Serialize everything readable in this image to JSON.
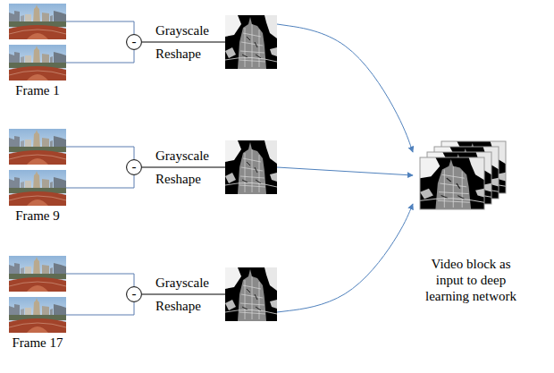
{
  "diagram": {
    "nodes": [
      {
        "text": [
          "Frame 1"
        ]
      },
      {
        "text": [
          "-"
        ]
      },
      {
        "text": [
          "Grayscale Reshape"
        ]
      },
      {
        "text": [
          "Frame 9"
        ]
      },
      {
        "text": [
          "-"
        ]
      },
      {
        "text": [
          "Grayscale Reshape"
        ]
      },
      {
        "text": [
          "Frame 17"
        ]
      },
      {
        "text": [
          "-"
        ]
      },
      {
        "text": [
          "Grayscale Reshape"
        ]
      },
      {
        "text": [
          "Video block as input to deep learning network"
        ]
      }
    ],
    "edges": [
      {
        "from": 0,
        "to": 1,
        "arrow": "none"
      },
      {
        "from": 1,
        "to": 2,
        "arrow": "none"
      },
      {
        "from": 3,
        "to": 4,
        "arrow": "none"
      },
      {
        "from": 4,
        "to": 5,
        "arrow": "none"
      },
      {
        "from": 6,
        "to": 7,
        "arrow": "none"
      },
      {
        "from": 7,
        "to": 8,
        "arrow": "none"
      },
      {
        "from": 2,
        "to": 9,
        "arrow": "to"
      },
      {
        "from": 5,
        "to": 9,
        "arrow": "to"
      },
      {
        "from": 8,
        "to": 9,
        "arrow": "to"
      }
    ]
  }
}
